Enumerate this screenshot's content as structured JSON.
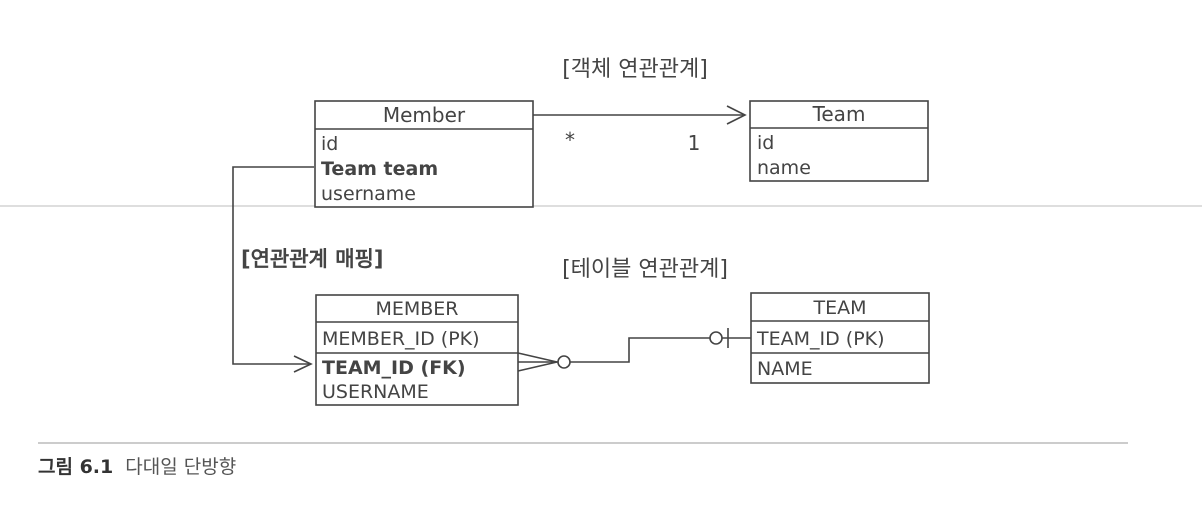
{
  "object_section": {
    "title": "[객체 연관관계]",
    "member": {
      "name": "Member",
      "fields": [
        "id",
        "Team team",
        "username"
      ]
    },
    "team": {
      "name": "Team",
      "fields": [
        "id",
        "name"
      ]
    },
    "multiplicity_many": "*",
    "multiplicity_one": "1"
  },
  "mapping_label": "[연관관계 매핑]",
  "table_section": {
    "title": "[테이블 연관관계]",
    "member_table": {
      "name": "MEMBER",
      "pk": "MEMBER_ID (PK)",
      "fields": [
        "TEAM_ID (FK)",
        "USERNAME"
      ]
    },
    "team_table": {
      "name": "TEAM",
      "pk": "TEAM_ID (PK)",
      "fields": [
        "NAME"
      ]
    }
  },
  "caption": {
    "prefix": "그림 6.1",
    "text": "다대일 단방향"
  },
  "colors": {
    "line": "#444444",
    "text": "#444444",
    "separator": "#bbbbbb"
  }
}
